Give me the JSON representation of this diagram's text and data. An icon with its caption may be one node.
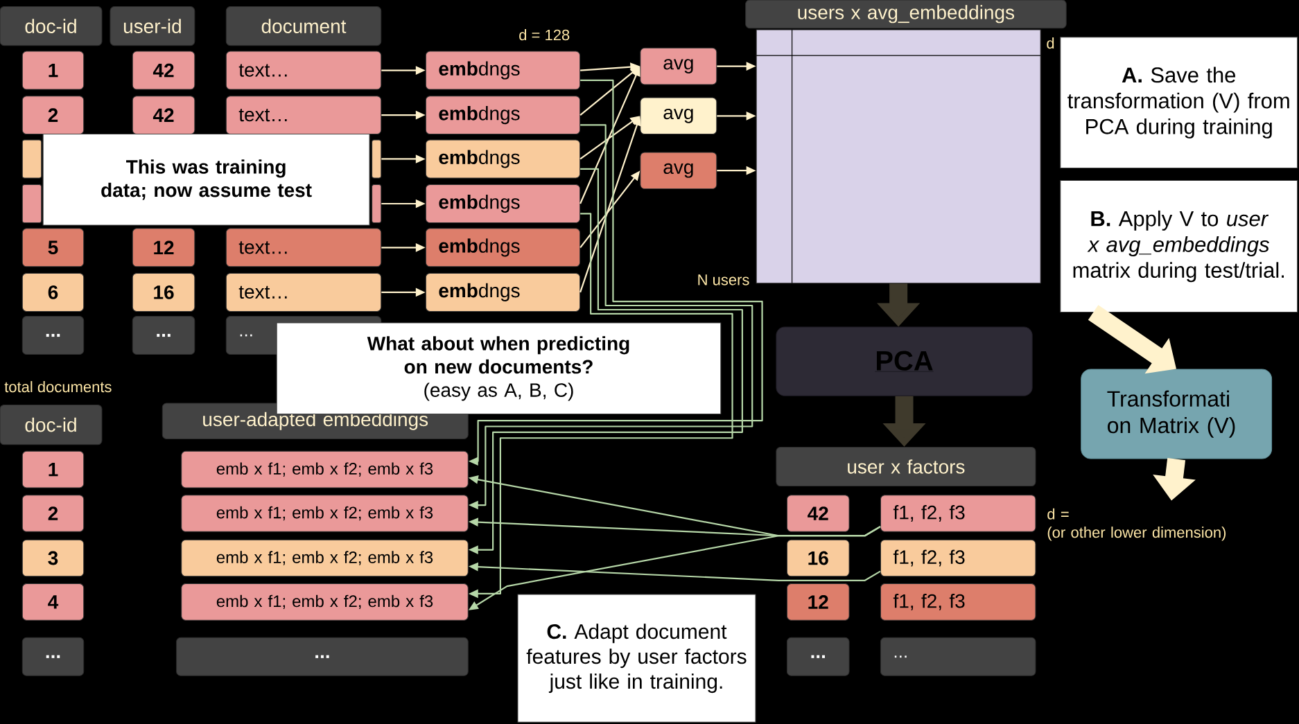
{
  "diagram": {
    "nodes": [
      {
        "text": [
          "doc-id"
        ]
      },
      {
        "text": [
          "user-id"
        ]
      },
      {
        "text": [
          "document"
        ]
      },
      {
        "text": [
          "users x avg_embeddings"
        ]
      },
      {
        "text": [
          "1"
        ]
      },
      {
        "text": [
          "42"
        ]
      },
      {
        "text": [
          "text…"
        ]
      },
      {
        "text": [
          "**emb**dngs"
        ],
        "beside": [
          "d = 128"
        ]
      },
      {
        "text": [
          "avg"
        ]
      },
      {
        "text": [],
        "shape": "box",
        "beside": [
          "d",
          "N users"
        ]
      },
      {
        "text": [
          "**A.** Save the transformation (V) from PCA during training"
        ]
      },
      {
        "text": [
          "2"
        ]
      },
      {
        "text": [
          "42"
        ]
      },
      {
        "text": [
          "text…"
        ]
      },
      {
        "text": [
          "**emb**dngs"
        ]
      },
      {
        "text": [
          "avg"
        ]
      },
      {
        "text": [],
        "shape": "box"
      },
      {
        "text": [],
        "shape": "box"
      },
      {
        "text": [
          "**emb**dngs"
        ]
      },
      {
        "text": [
          "avg"
        ]
      },
      {
        "text": [
          "This was training data; now assume test"
        ]
      },
      {
        "text": [],
        "shape": "box"
      },
      {
        "text": [],
        "shape": "box"
      },
      {
        "text": [
          "**emb**dngs"
        ]
      },
      {
        "text": [
          "**B.** Apply V to *user x avg_embeddings* matrix during test/trial."
        ]
      },
      {
        "text": [
          "5"
        ]
      },
      {
        "text": [
          "12"
        ]
      },
      {
        "text": [
          "text…"
        ]
      },
      {
        "text": [
          "**emb**dngs"
        ]
      },
      {
        "text": [
          "6"
        ]
      },
      {
        "text": [
          "16"
        ]
      },
      {
        "text": [
          "text…"
        ]
      },
      {
        "text": [
          "**emb**dngs"
        ]
      },
      {
        "text": [
          "..."
        ]
      },
      {
        "text": [
          "..."
        ]
      },
      {
        "text": [
          "..."
        ]
      },
      {
        "text": [
          "What about when predicting on new documents?",
          "(easy as A, B, C)"
        ]
      },
      {
        "text": [
          "PCA"
        ]
      },
      {
        "text": [
          "Transformati on Matrix (V)"
        ]
      },
      {
        "text": [
          "doc-id"
        ]
      },
      {
        "text": [
          "user-adapted embeddings"
        ]
      },
      {
        "text": [
          "user x factors"
        ]
      },
      {
        "text": [
          "d =",
          "(or other lower dimension)"
        ]
      },
      {
        "text": [
          "1"
        ]
      },
      {
        "text": [
          "emb x f1; emb x f2; emb x f3"
        ]
      },
      {
        "text": [
          "2"
        ]
      },
      {
        "text": [
          "emb x f1; emb x f2; emb x f3"
        ]
      },
      {
        "text": [
          "42"
        ]
      },
      {
        "text": [
          "f1, f2, f3"
        ]
      },
      {
        "text": [
          "3"
        ]
      },
      {
        "text": [
          "emb x f1; emb x f2; emb x f3"
        ]
      },
      {
        "text": [
          "16"
        ]
      },
      {
        "text": [
          "f1, f2, f3"
        ]
      },
      {
        "text": [
          "4"
        ]
      },
      {
        "text": [
          "emb x f1; emb x f2; emb x f3"
        ]
      },
      {
        "text": [
          "12"
        ]
      },
      {
        "text": [
          "f1, f2, f3"
        ]
      },
      {
        "text": [
          "**C.** Adapt document features by user factors just like in training."
        ]
      },
      {
        "text": [
          "..."
        ]
      },
      {
        "text": [
          "..."
        ]
      },
      {
        "text": [
          "..."
        ]
      },
      {
        "text": [
          "..."
        ]
      }
    ],
    "edges": [
      {
        "from": 6,
        "to": 7,
        "arrow": "to"
      },
      {
        "from": 13,
        "to": 14,
        "arrow": "to"
      },
      {
        "from": 17,
        "to": 18,
        "arrow": "to"
      },
      {
        "from": 22,
        "to": 23,
        "arrow": "to"
      },
      {
        "from": 27,
        "to": 28,
        "arrow": "to"
      },
      {
        "from": 31,
        "to": 32,
        "arrow": "to"
      },
      {
        "from": 7,
        "to": 8,
        "arrow": "to"
      },
      {
        "from": 14,
        "to": 8,
        "arrow": "to"
      },
      {
        "from": 18,
        "to": 15,
        "arrow": "to"
      },
      {
        "from": 23,
        "to": 8,
        "arrow": "to"
      },
      {
        "from": 28,
        "to": 19,
        "arrow": "to"
      },
      {
        "from": 32,
        "to": 15,
        "arrow": "to"
      },
      {
        "from": 8,
        "to": 9,
        "arrow": "to"
      },
      {
        "from": 15,
        "to": 9,
        "arrow": "to"
      },
      {
        "from": 19,
        "to": 9,
        "arrow": "to"
      },
      {
        "from": 9,
        "to": 37,
        "arrow": "to",
        "style": "thick",
        "color": "#3f3a2c"
      },
      {
        "from": 37,
        "to": 41,
        "arrow": "to",
        "style": "thick",
        "color": "#3f3a2c"
      },
      {
        "from": 24,
        "to": 38,
        "arrow": "to",
        "style": "thick"
      },
      {
        "from": 38,
        "to": 42,
        "arrow": "to",
        "style": "thick"
      },
      {
        "from": 7,
        "to": 44,
        "arrow": "to",
        "color": "#b6d7a8"
      },
      {
        "from": 14,
        "to": 46,
        "arrow": "to",
        "color": "#b6d7a8"
      },
      {
        "from": 18,
        "to": 50,
        "arrow": "to",
        "color": "#b6d7a8"
      },
      {
        "from": 23,
        "to": 54,
        "arrow": "to",
        "color": "#b6d7a8"
      },
      {
        "from": 48,
        "to": 44,
        "arrow": "to",
        "color": "#b6d7a8"
      },
      {
        "from": 48,
        "to": 46,
        "arrow": "to",
        "color": "#b6d7a8"
      },
      {
        "from": 48,
        "to": 54,
        "arrow": "to",
        "color": "#b6d7a8"
      },
      {
        "from": 52,
        "to": 50,
        "arrow": "to",
        "color": "#b6d7a8"
      }
    ],
    "labels": [
      "total documents"
    ]
  }
}
